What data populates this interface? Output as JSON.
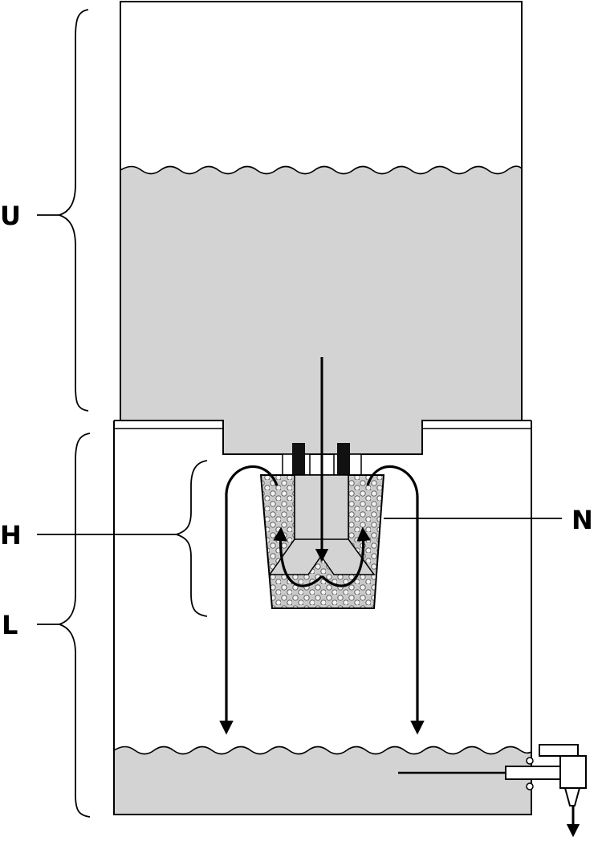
{
  "labels": {
    "upper": "U",
    "housing": "H",
    "lower": "L",
    "nozzle": "N"
  },
  "colors": {
    "water": "#d3d3d3",
    "outline": "#000000",
    "background": "#ffffff",
    "filter_pellet": "#c8c8c8"
  }
}
